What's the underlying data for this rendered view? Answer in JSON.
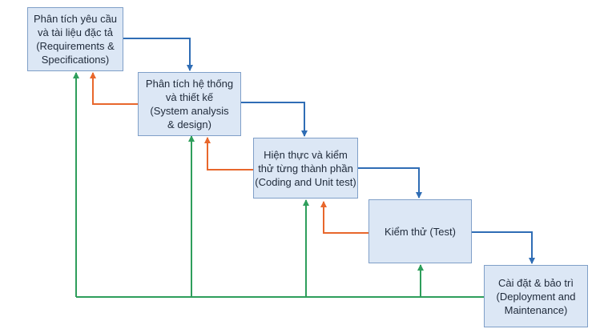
{
  "colors": {
    "box_fill": "#dce7f5",
    "box_border": "#7f9fc8",
    "forward_arrow": "#2f6db5",
    "feedback_arrow": "#e8672c",
    "return_arrow": "#2e9e5b"
  },
  "stages": [
    {
      "lines": [
        "Phân tích yêu cầu",
        "và tài liệu đặc tả",
        "(Requirements &",
        "Specifications)"
      ]
    },
    {
      "lines": [
        "Phân tích hệ thống",
        "và thiết kế",
        "(System analysis",
        "& design)"
      ]
    },
    {
      "lines": [
        "Hiện thực và kiểm",
        "thử từng thành phần",
        "(Coding and Unit test)"
      ]
    },
    {
      "lines": [
        "Kiểm thử (Test)"
      ]
    },
    {
      "lines": [
        "Cài đặt & bảo trì",
        "(Deployment and",
        "Maintenance)"
      ]
    }
  ]
}
